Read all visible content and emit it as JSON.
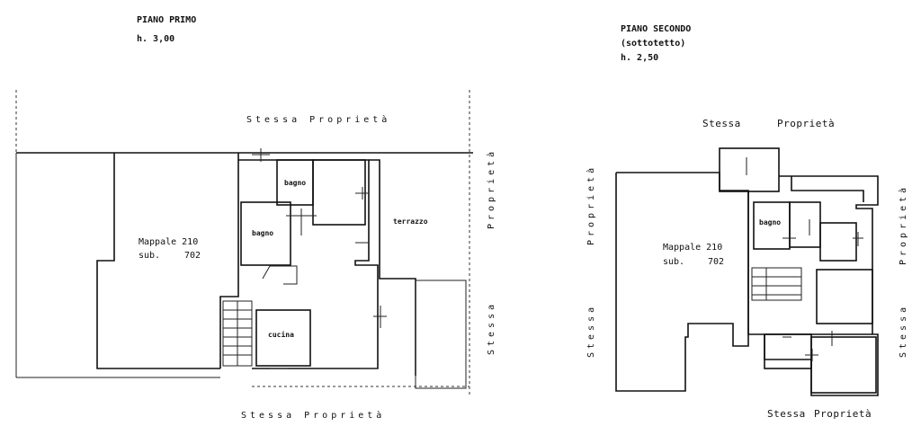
{
  "floor1": {
    "title": "PIANO PRIMO",
    "height": "h. 3,00",
    "prop_top": "Stessa Proprietà",
    "prop_bottom": "Stessa Proprietà",
    "prop_right_top": "Proprietà",
    "prop_right_bottom": "Stessa",
    "mappale": "Mappale 210",
    "sub": "sub.",
    "sub_num": "702",
    "rooms": {
      "bagno1": "bagno",
      "bagno2": "bagno",
      "terrazzo": "terrazzo",
      "cucina": "cucina"
    }
  },
  "floor2": {
    "title": "PIANO SECONDO",
    "subtitle": "(sottotetto)",
    "height": "h. 2,50",
    "prop_top_a": "Stessa",
    "prop_top_b": "Proprietà",
    "prop_left_top": "Proprietà",
    "prop_left_bottom": "Stessa",
    "prop_right": "Proprietà",
    "prop_right_bottom": "Stessa",
    "prop_bottom_a": "Stessa",
    "prop_bottom_b": "Proprietà",
    "mappale": "Mappale 210",
    "sub": "sub.",
    "sub_num": "702",
    "rooms": {
      "bagno": "bagno"
    }
  }
}
